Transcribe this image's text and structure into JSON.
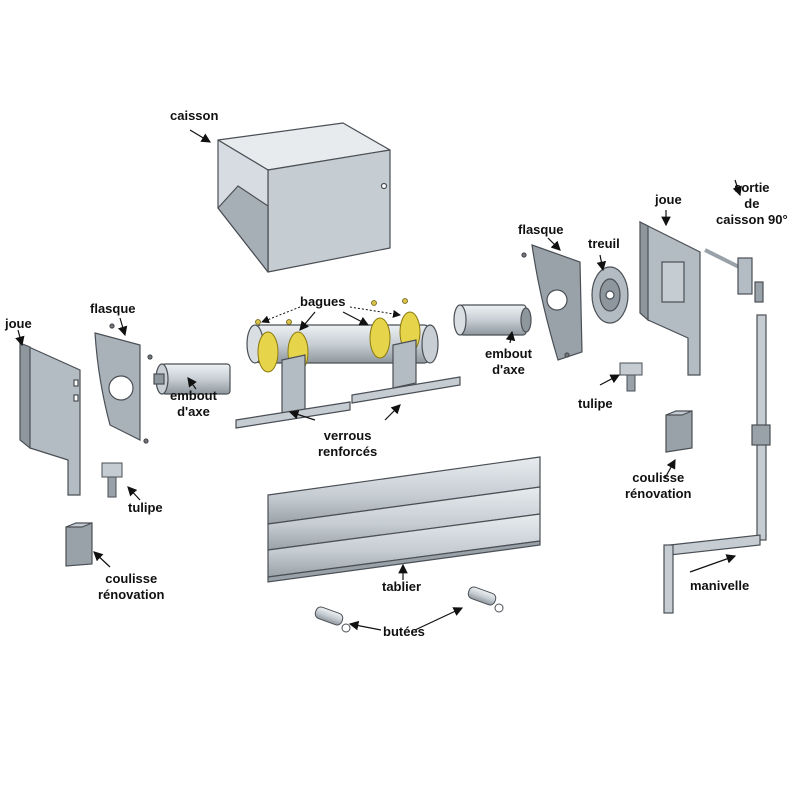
{
  "labels": {
    "caisson": "caisson",
    "joue_left": "joue",
    "flasque_left": "flasque",
    "bagues": "bagues",
    "embout_left": [
      "embout",
      "d'axe"
    ],
    "verrous": [
      "verrous",
      "renforcés"
    ],
    "tulipe_left": "tulipe",
    "coulisse_left": [
      "coulisse",
      "rénovation"
    ],
    "tablier": "tablier",
    "butees": "butées",
    "embout_right": [
      "embout",
      "d'axe"
    ],
    "flasque_right": "flasque",
    "treuil": "treuil",
    "joue_right": "joue",
    "sortie": [
      "sortie",
      "de",
      "caisson 90°"
    ],
    "tulipe_right": "tulipe",
    "coulisse_right": [
      "coulisse",
      "rénovation"
    ],
    "manivelle": "manivelle"
  },
  "colors": {
    "metal_light": "#d9dee2",
    "metal_mid": "#b9c1c8",
    "metal_dark": "#8f979e",
    "ring_yellow": "#e6d44a",
    "outline": "#4a4f55"
  }
}
